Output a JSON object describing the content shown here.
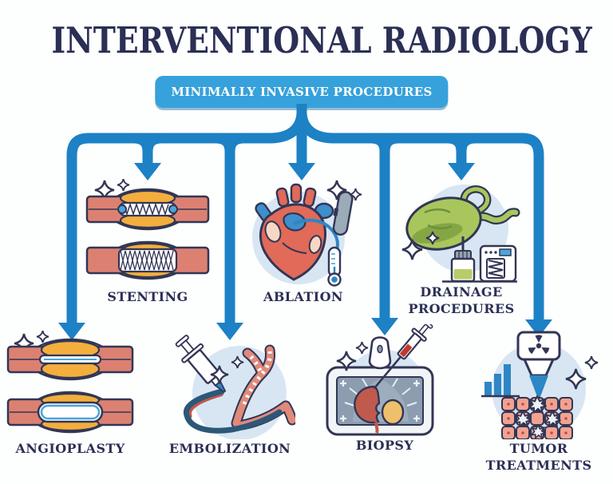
{
  "title": "INTERVENTIONAL RADIOLOGY",
  "banner": {
    "label": "MINIMALLY INVASIVE PROCEDURES"
  },
  "colors": {
    "background": "#FDFEFE",
    "title_text": "#2B2F55",
    "connector_blue": "#1D81C5",
    "banner_blue": "#36A1DB",
    "banner_text": "#FFFFFF",
    "label_text": "#2B2F55",
    "outline_navy": "#323655",
    "vessel_salmon": "#DC8172",
    "vessel_wall_cream": "#F0DCC6",
    "plaque_yellow": "#F3AE3D",
    "icon_circle_blue": "#D8E6F3",
    "heart_red": "#E16A59",
    "vein_blue": "#3E8FCB",
    "gallbladder_green": "#A9C65C",
    "accent_blue": "#2E86C4",
    "tumor_cell_pink": "#F2A291"
  },
  "procedures": [
    {
      "id": "stenting",
      "label_lines": [
        "STENTING"
      ],
      "icon": "stent-in-artery-illustration",
      "row": "top"
    },
    {
      "id": "ablation",
      "label_lines": [
        "ABLATION"
      ],
      "icon": "heart-ablation-catheter-illustration",
      "row": "top"
    },
    {
      "id": "drainage",
      "label_lines": [
        "DRAINAGE",
        "PROCEDURES"
      ],
      "icon": "gallbladder-drainage-illustration",
      "row": "top"
    },
    {
      "id": "angioplasty",
      "label_lines": [
        "ANGIOPLASTY"
      ],
      "icon": "balloon-angioplasty-illustration",
      "row": "bottom"
    },
    {
      "id": "embolization",
      "label_lines": [
        "EMBOLIZATION"
      ],
      "icon": "syringe-embolization-illustration",
      "row": "bottom"
    },
    {
      "id": "biopsy",
      "label_lines": [
        "BIOPSY"
      ],
      "icon": "ultrasound-needle-biopsy-illustration",
      "row": "bottom"
    },
    {
      "id": "tumor-treatments",
      "label_lines": [
        "TUMOR",
        "TREATMENTS"
      ],
      "icon": "radiation-tumor-treatment-illustration",
      "row": "bottom"
    }
  ]
}
